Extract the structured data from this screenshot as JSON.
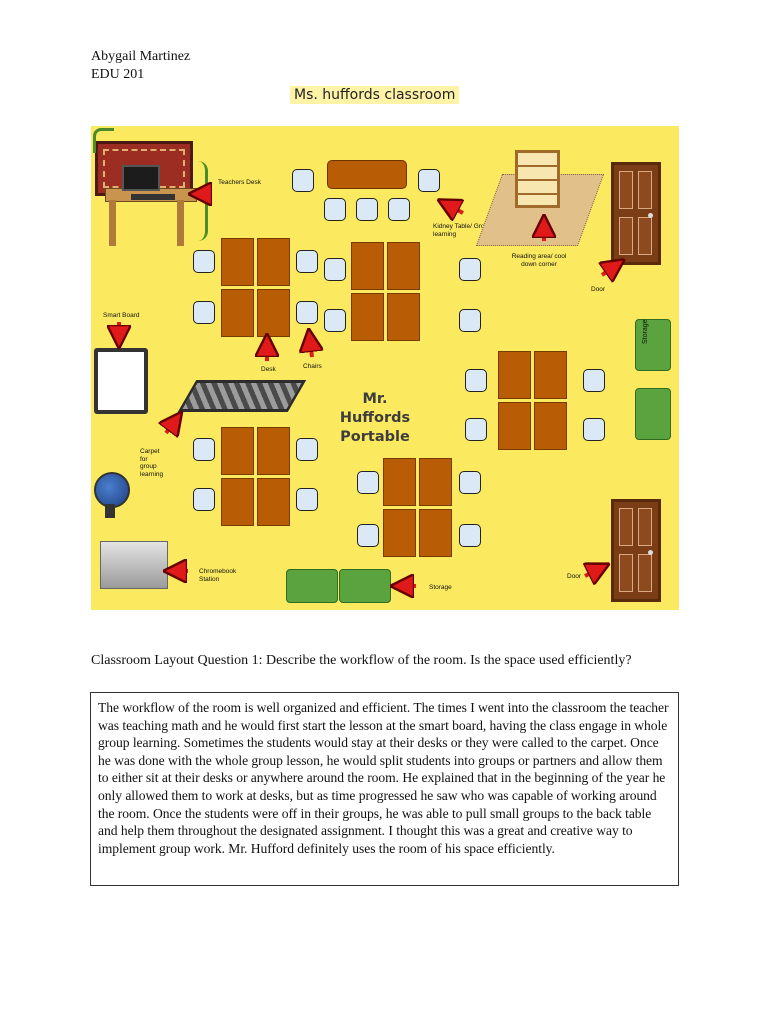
{
  "header": {
    "author": "Abygail Martinez",
    "course": "EDU 201",
    "title": "Ms. huffords classroom"
  },
  "floor_plan": {
    "room_name": "Mr. Huffords Portable",
    "labels": {
      "teachers_desk": "Teachers Desk",
      "kidney_table": "Kidney Table/ Group learning",
      "reading_area": "Reading area/ cool down corner",
      "door_right": "Door",
      "smart_board": "Smart Board",
      "desk": "Desk",
      "chairs": "Chairs",
      "storage_vertical": "Storage",
      "carpet": "Carpet for group learning",
      "chromebook": "Chromebook Station",
      "storage_bottom": "Storage",
      "door_bottom": "Door"
    },
    "colors": {
      "floor": "#fbe960",
      "desk": "#b85c06",
      "chair": "#dbe9f7",
      "arrow": "#e01a1a",
      "storage": "#5aa33f",
      "door": "#7a3d16"
    }
  },
  "question": "Classroom Layout Question 1: Describe the workflow of the room. Is the space used efficiently?",
  "answer": "The workflow of the room is well organized and efficient. The times I went into the classroom the teacher was teaching math and he would first start the lesson at the smart board, having the class engage in whole group learning. Sometimes the students would stay at their desks or they were called to the carpet. Once he was done with the whole group lesson, he would split students into groups or partners and allow them to either sit at their desks or anywhere around the room. He explained that in the beginning of the year he only allowed them to work at desks, but as time progressed he saw who was capable of working around the room. Once the students were off in their groups, he was able to pull small groups to the back table and help them throughout the designated assignment. I thought this was a great and creative way to implement group work. Mr. Hufford definitely uses the room of his space efficiently."
}
